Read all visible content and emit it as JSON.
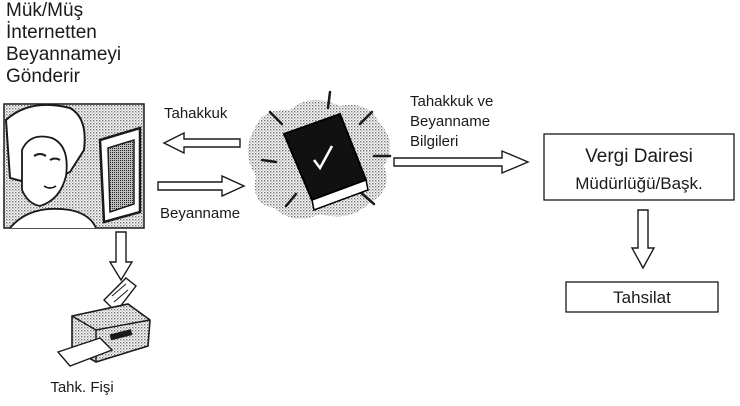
{
  "title": {
    "lines": [
      "Mük/Müş",
      "İnternetten",
      "Beyannameyi",
      "Gönderir"
    ]
  },
  "arrow_labels": {
    "tahakkuk": "Tahakkuk",
    "beyanname": "Beyanname",
    "tahakkuk_bilgi": [
      "Tahakkuk ve",
      "Beyanname",
      "Bilgileri"
    ]
  },
  "boxes": {
    "vergi_dairesi": [
      "Vergi Dairesi",
      "Müdürlüğü/Başk."
    ],
    "tahsilat": "Tahsilat"
  },
  "printer_label": "Tahk. Fişi",
  "icons": {
    "user": "woman-at-computer-icon",
    "server": "internet-server-icon",
    "printer": "printer-icon"
  },
  "colors": {
    "line": "#1a1a1a",
    "dither": "#8a8a8a",
    "background": "#ffffff"
  }
}
